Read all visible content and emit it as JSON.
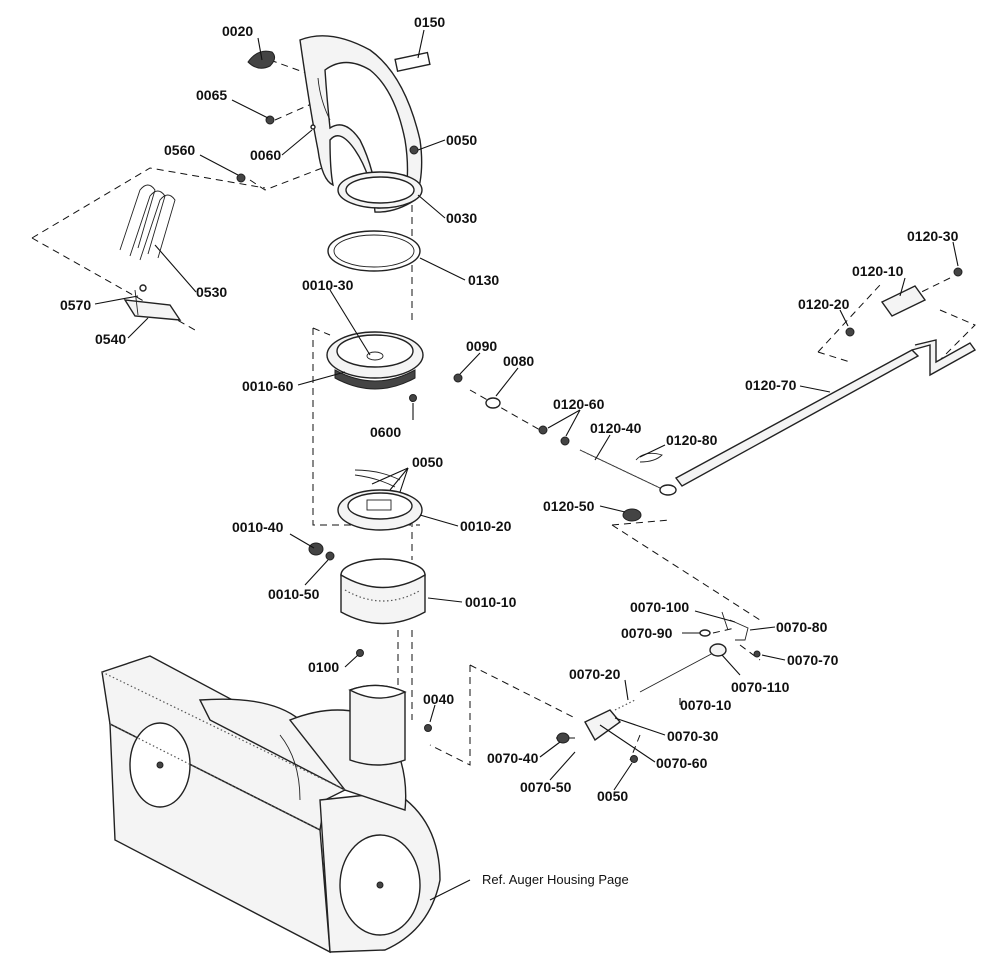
{
  "labels": {
    "p0020": "0020",
    "p0150": "0150",
    "p0065": "0065",
    "p0050_top": "0050",
    "p0060": "0060",
    "p0560": "0560",
    "p0030": "0030",
    "p0130": "0130",
    "p0530": "0530",
    "p0570": "0570",
    "p0540": "0540",
    "p0010_30": "0010-30",
    "p0010_60": "0010-60",
    "p0600": "0600",
    "p0050_mid": "0050",
    "p0010_20": "0010-20",
    "p0010_40": "0010-40",
    "p0010_50": "0010-50",
    "p0010_10": "0010-10",
    "p0100": "0100",
    "p0040": "0040",
    "p0090": "0090",
    "p0080": "0080",
    "p0120_60": "0120-60",
    "p0120_40": "0120-40",
    "p0120_80": "0120-80",
    "p0120_50": "0120-50",
    "p0120_30": "0120-30",
    "p0120_10": "0120-10",
    "p0120_20": "0120-20",
    "p0120_70": "0120-70",
    "p0070_100": "0070-100",
    "p0070_80": "0070-80",
    "p0070_90": "0070-90",
    "p0070_70": "0070-70",
    "p0070_110": "0070-110",
    "p0070_20": "0070-20",
    "p0070_10": "0070-10",
    "p0070_30": "0070-30",
    "p0070_40": "0070-40",
    "p0070_60": "0070-60",
    "p0070_50": "0070-50",
    "p0050_bot": "0050"
  },
  "reference_note": "Ref. Auger Housing Page"
}
